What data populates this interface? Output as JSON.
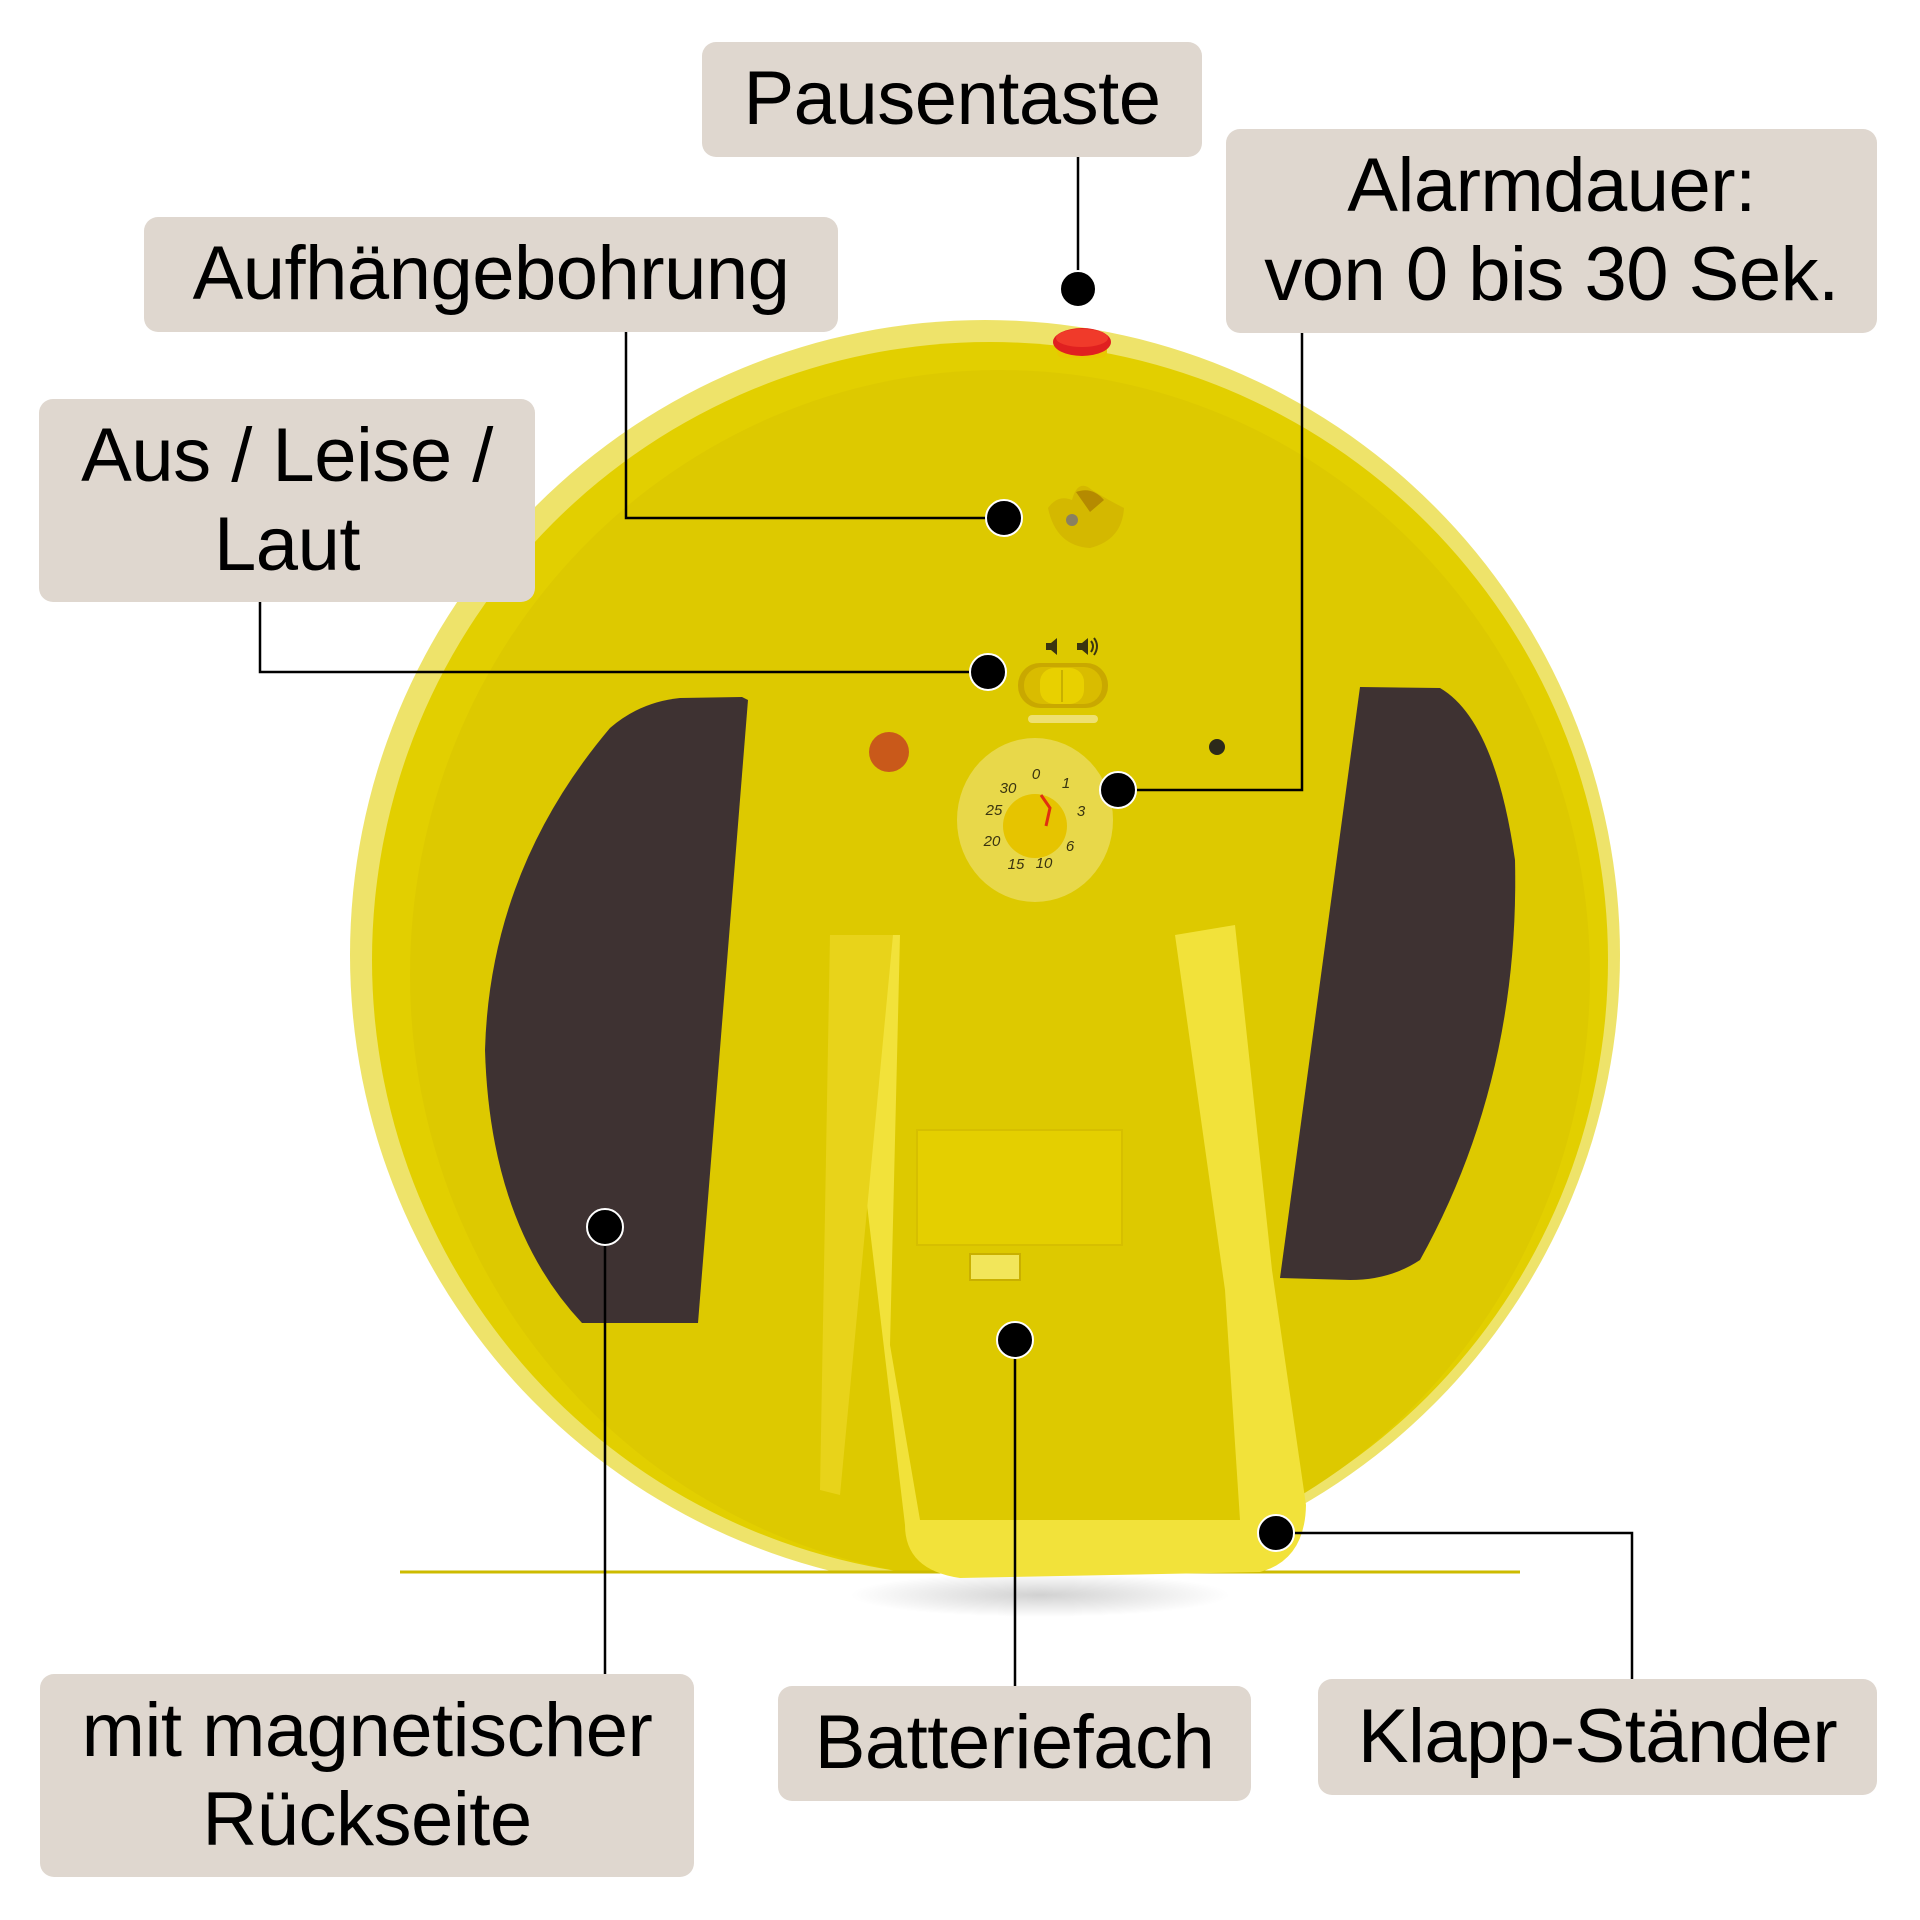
{
  "diagram": {
    "subject": "Rückseite einer gelben Wanduhr mit Alarmfunktion",
    "colors": {
      "background": "#ffffff",
      "label_bg": "#dfd7cf",
      "clock_body": "#e2cf00",
      "clock_rim": "#efe060",
      "magnet_pad": "#3e3232",
      "pause_button": "#e02020",
      "stand": "#f2e23a",
      "leader_line": "#000000"
    },
    "labels": {
      "pause": {
        "text": "Pausentaste"
      },
      "hanger": {
        "text": "Aufhängebohrung"
      },
      "volume": {
        "line1": "Aus / Leise /",
        "line2": "Laut"
      },
      "alarm_duration": {
        "line1": "Alarmdauer:",
        "line2": "von 0 bis 30 Sek."
      },
      "magnetic": {
        "line1": "mit magnetischer",
        "line2": "Rückseite"
      },
      "battery": {
        "text": "Batteriefach"
      },
      "stand": {
        "text": "Klapp-Ständer"
      }
    },
    "dial": {
      "ticks": [
        "0",
        "1",
        "3",
        "6",
        "10",
        "15",
        "20",
        "25",
        "30"
      ]
    },
    "volume_icons": [
      "speaker-low-icon",
      "speaker-high-icon"
    ]
  }
}
